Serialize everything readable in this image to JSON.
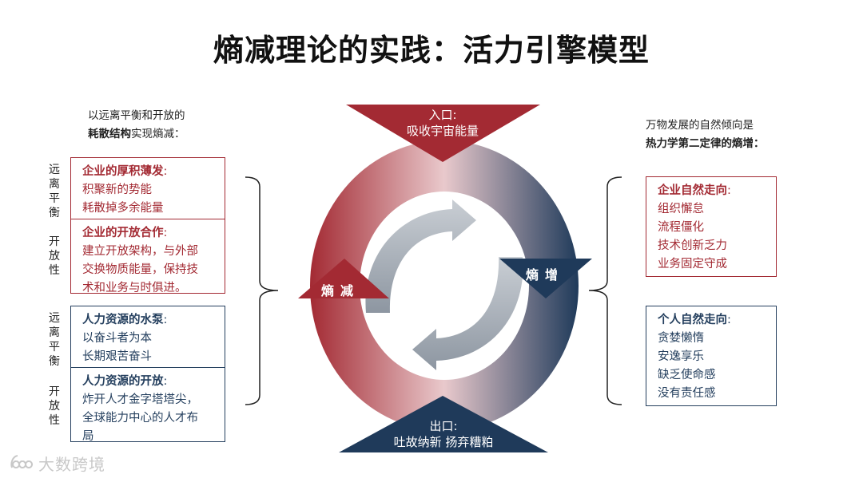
{
  "title": "熵减理论的实践：活力引擎模型",
  "left_intro": {
    "line1": "以远离平衡和开放的",
    "line2_bold": "耗散结构",
    "line2_rest": "实现熵减："
  },
  "right_intro": {
    "line1": "万物发展的自然倾向是",
    "line2_bold": "热力学第二定律的熵增："
  },
  "left_boxes": [
    {
      "heading": "企业的厚积薄发",
      "colon": ":",
      "lines": [
        "积聚新的势能",
        "耗散掉多余能量"
      ]
    },
    {
      "heading": "企业的开放合作",
      "colon": ":",
      "lines": [
        "建立开放架构，与外部",
        "交换物质能量，保持技",
        "术和业务与时俱进。"
      ]
    },
    {
      "heading": "人力资源的水泵",
      "colon": ":",
      "lines": [
        "以奋斗者为本",
        "长期艰苦奋斗"
      ]
    },
    {
      "heading": "人力资源的开放",
      "colon": ":",
      "lines": [
        "炸开人才金字塔塔尖，",
        "全球能力中心的人才布",
        "局"
      ]
    }
  ],
  "side_labels": {
    "far": [
      "远",
      "离",
      "平",
      "衡"
    ],
    "open": [
      "开",
      "放",
      "性"
    ]
  },
  "right_boxes": [
    {
      "heading": "企业自然走向",
      "colon": ":",
      "lines": [
        "组织懈怠",
        "流程僵化",
        "技术创新乏力",
        "业务固定守成"
      ]
    },
    {
      "heading": "个人自然走向",
      "colon": ":",
      "lines": [
        "贪婪懒惰",
        "安逸享乐",
        "缺乏使命感",
        "没有责任感"
      ]
    }
  ],
  "engine": {
    "entry_label": "入口:",
    "entry_text": "吸收宇宙能量",
    "exit_label": "出口:",
    "exit_text": "吐故纳新 扬弃糟粕",
    "left_label": "熵减",
    "right_label": "熵增"
  },
  "watermark": "大数跨境",
  "colors": {
    "red": "#a32a33",
    "navy": "#243f5e",
    "ring_light": "#e9c9cc",
    "arrow_gray": "#a9b0b9"
  }
}
